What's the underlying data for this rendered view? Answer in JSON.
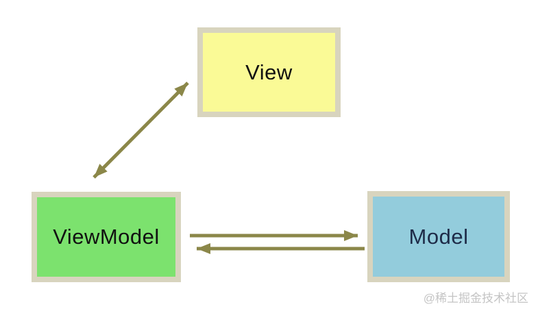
{
  "diagram": {
    "type": "architecture-pattern",
    "nodes": [
      {
        "id": "view",
        "label": "View"
      },
      {
        "id": "viewmodel",
        "label": "ViewModel"
      },
      {
        "id": "model",
        "label": "Model"
      }
    ],
    "edges": [
      {
        "from": "viewmodel",
        "to": "view",
        "direction": "bidirectional"
      },
      {
        "from": "viewmodel",
        "to": "model",
        "direction": "forward"
      },
      {
        "from": "model",
        "to": "viewmodel",
        "direction": "forward"
      }
    ]
  },
  "colors": {
    "background": "#ffffff",
    "view_fill": "#fafa96",
    "viewmodel_fill": "#7ce26e",
    "model_fill": "#93ccdc",
    "box_border": "#d8d4be",
    "arrow": "#8b8749",
    "label_text": "#111111",
    "model_text": "#1e2b48",
    "watermark_text": "#c4c4c4"
  },
  "watermark": {
    "text": "@稀土掘金技术社区"
  }
}
